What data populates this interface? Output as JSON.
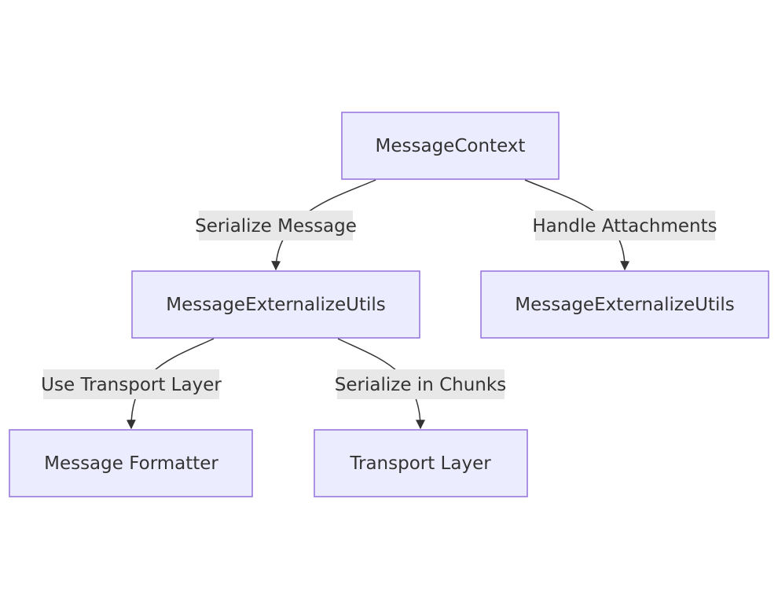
{
  "diagram": {
    "type": "flowchart",
    "direction": "top-down",
    "colors": {
      "node_fill": "#ECECFF",
      "node_border": "#9370DB",
      "text": "#333333",
      "edge": "#333333",
      "edge_label_background": "#E8E8E8"
    },
    "nodes": {
      "message_context": "MessageContext",
      "externalize_utils_left": "MessageExternalizeUtils",
      "externalize_utils_right": "MessageExternalizeUtils",
      "message_formatter": "Message Formatter",
      "transport_layer": "Transport Layer"
    },
    "edges": {
      "serialize_message": {
        "from": "MessageContext",
        "to": "MessageExternalizeUtils",
        "label": "Serialize Message"
      },
      "handle_attachments": {
        "from": "MessageContext",
        "to": "MessageExternalizeUtils",
        "label": "Handle Attachments"
      },
      "use_transport_layer": {
        "from": "MessageExternalizeUtils",
        "to": "Message Formatter",
        "label": "Use Transport Layer"
      },
      "serialize_in_chunks": {
        "from": "MessageExternalizeUtils",
        "to": "Transport Layer",
        "label": "Serialize in Chunks"
      }
    }
  }
}
